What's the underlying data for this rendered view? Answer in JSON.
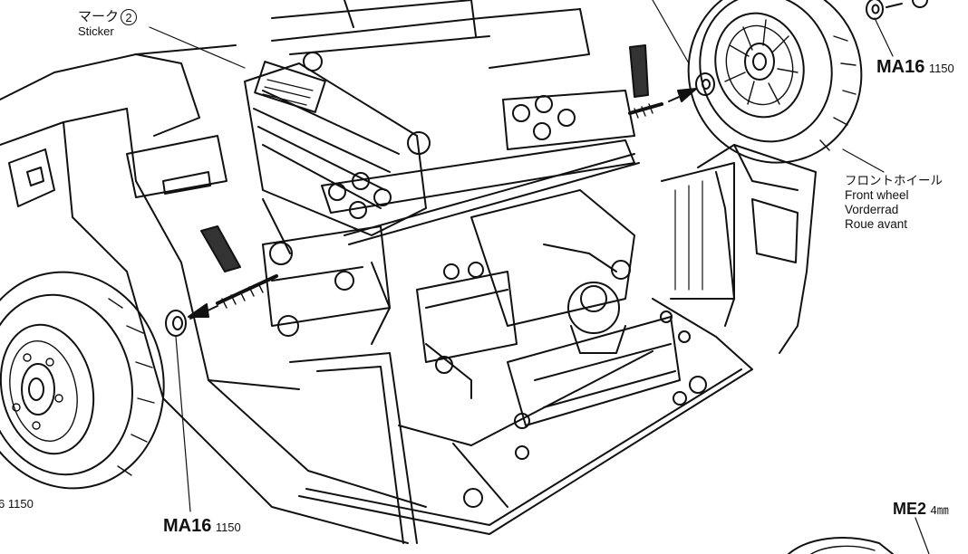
{
  "labels": {
    "sticker": {
      "jp": "マーク",
      "num": "2",
      "en": "Sticker"
    },
    "front_wheel": {
      "jp": "フロントホイール",
      "en": "Front wheel",
      "de": "Vorderrad",
      "fr": "Roue avant"
    },
    "part_ma16_top": {
      "code": "MA16",
      "num": "1150"
    },
    "part_ma16_bottom": {
      "code": "MA16",
      "num": "1150"
    },
    "part_ma16_left_edge": {
      "num": "6 1150"
    },
    "part_me2": {
      "code": "ME2",
      "size": "4㎜"
    }
  }
}
